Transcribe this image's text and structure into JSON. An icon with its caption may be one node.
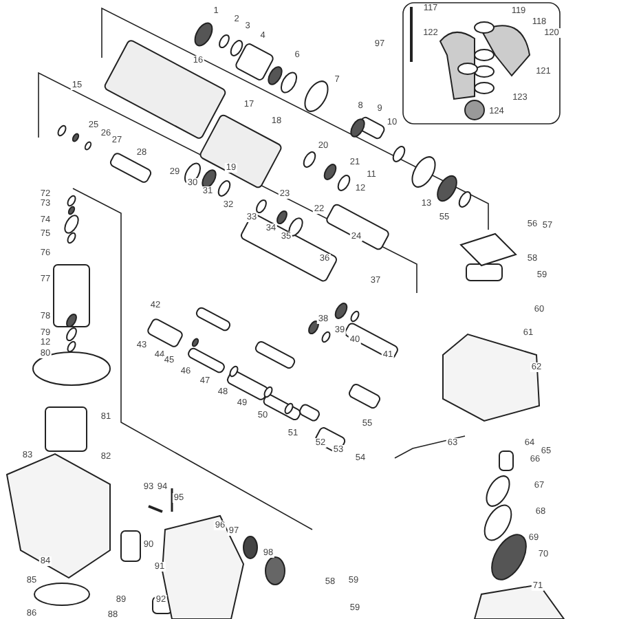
{
  "diagram": {
    "labels": [
      "1",
      "2",
      "3",
      "4",
      "6",
      "7",
      "8",
      "9",
      "10",
      "11",
      "12",
      "13",
      "55",
      "20",
      "21",
      "22",
      "24",
      "36",
      "37",
      "117",
      "122",
      "97",
      "119",
      "118",
      "120",
      "121",
      "123",
      "124",
      "15",
      "16",
      "17",
      "18",
      "19",
      "23",
      "25",
      "26",
      "27",
      "28",
      "29",
      "30",
      "31",
      "32",
      "33",
      "34",
      "35",
      "72",
      "73",
      "74",
      "75",
      "76",
      "77",
      "42",
      "78",
      "79",
      "12",
      "80",
      "81",
      "82",
      "83",
      "43",
      "44",
      "45",
      "46",
      "47",
      "48",
      "49",
      "50",
      "51",
      "93",
      "94",
      "95",
      "96",
      "90",
      "91",
      "92",
      "89",
      "97",
      "98",
      "84",
      "85",
      "86",
      "88",
      "38",
      "39",
      "40",
      "41",
      "56",
      "57",
      "58",
      "59",
      "60",
      "61",
      "62",
      "63",
      "64",
      "65",
      "66",
      "67",
      "68",
      "69",
      "70",
      "71",
      "52",
      "53",
      "54",
      "55",
      "58",
      "59",
      "59"
    ]
  }
}
